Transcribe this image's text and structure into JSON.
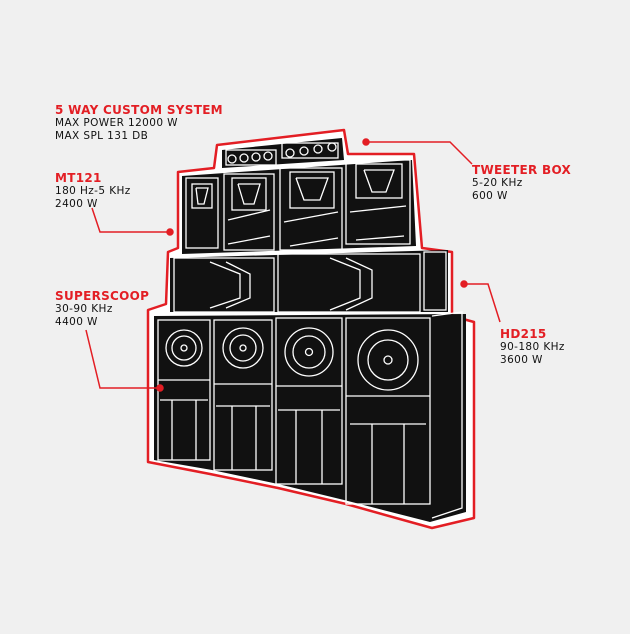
{
  "labels": {
    "system": {
      "title": "5 WAY CUSTOM SYSTEM",
      "line1": "MAX POWER 12000 W",
      "line2": "MAX SPL 131 DB"
    },
    "mt121": {
      "title": "MT121",
      "line1": "180 Hz-5 KHz",
      "line2": "2400 W"
    },
    "superscoop": {
      "title": "SUPERSCOOP",
      "line1": "30-90 KHz",
      "line2": "4400 W"
    },
    "tweeter": {
      "title": "TWEETER BOX",
      "line1": "5-20 KHz",
      "line2": "600 W"
    },
    "hd215": {
      "title": "HD215",
      "line1": "90-180 KHz",
      "line2": "3600 W"
    }
  },
  "colors": {
    "accent": "#e31e24",
    "speaker": "#111111",
    "outline": "#ffffff",
    "background": "#f0f0f0"
  }
}
